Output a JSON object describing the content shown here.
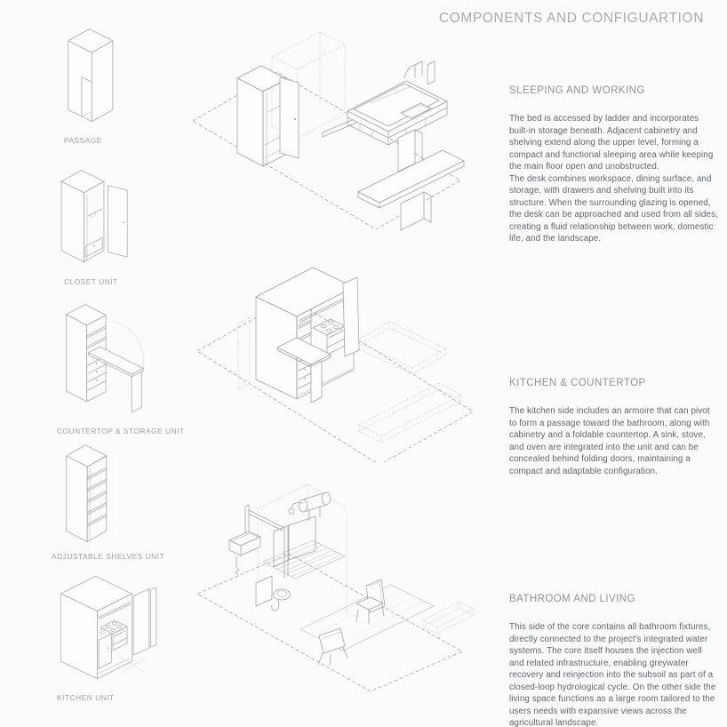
{
  "page": {
    "title": "COMPONENTS AND CONFIGUARTION"
  },
  "components": {
    "items": [
      {
        "label": "PASSAGE"
      },
      {
        "label": "CLOSET UNIT"
      },
      {
        "label": "COUNTERTOP & STORAGE UNIT"
      },
      {
        "label": "ADJUSTABLE SHELVES UNIT"
      },
      {
        "label": "KITCHEN UNIT"
      }
    ]
  },
  "sections": [
    {
      "heading": "SLEEPING AND WORKING",
      "body": "The bed is accessed by ladder and incorporates built-in storage beneath. Adjacent cabinetry and shelving extend along the upper level, forming a compact and functional sleeping area while keeping the main floor open and unobstructed.\nThe desk combines workspace, dining surface, and storage, with drawers and shelving built into its structure. When the surrounding glazing is opened, the desk can be approached and used from all sides, creating a fluid relationship between work, domestic life, and the landscape."
    },
    {
      "heading": "KITCHEN & COUNTERTOP",
      "body": "The kitchen side includes an armoire that can pivot to form a passage toward the bathroom, along with cabinetry and a foldable countertop. A sink, stove, and oven are integrated into the unit and can be concealed behind folding doors, maintaining a compact and adaptable configuration."
    },
    {
      "heading": "BATHROOM AND LIVING",
      "body": "This side of the core contains all bathroom fixtures, directly connected to the project's integrated water systems. The core itself houses the injection well and related infrastructure, enabling greywater recovery and reinjection into the subsoil as part of a closed-loop hydrological cycle. On the other side the living space functions as a large room tailored to the users needs with expansive views across the agricultural landscape."
    }
  ],
  "colors": {
    "background": "#fbfbfb",
    "title": "#a6abb1",
    "heading": "#8d9298",
    "body_text": "#5f6368",
    "label": "#9aa0a6",
    "line": "#9f9f9f",
    "line_light": "#c4c4c4"
  }
}
